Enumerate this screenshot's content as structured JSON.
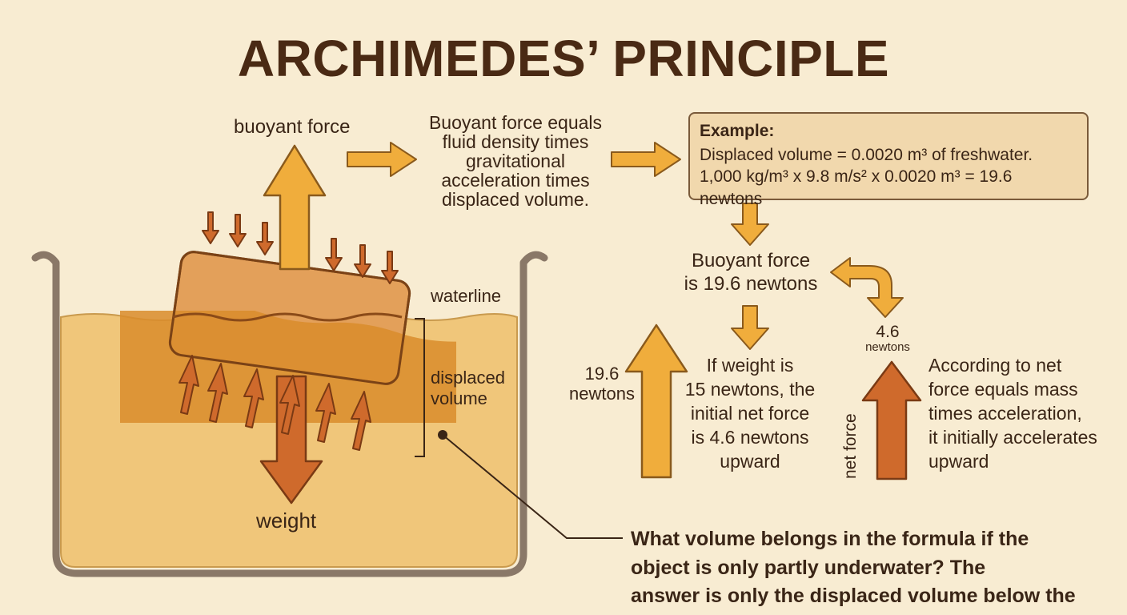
{
  "title": "ARCHIMEDES’ PRINCIPLE",
  "labels": {
    "buoyant_force": "buoyant force",
    "waterline": "waterline",
    "displaced_volume_1": "displaced",
    "displaced_volume_2": "volume",
    "weight": "weight"
  },
  "definition": {
    "line1": "Buoyant force equals",
    "line2": "fluid density times",
    "line3": "gravitational",
    "line4": "acceleration times",
    "line5": "displaced volume."
  },
  "example": {
    "heading": "Example:",
    "line1": "Displaced volume = 0.0020 m³ of freshwater.",
    "line2": "1,000 kg/m³ x 9.8 m/s² x 0.0020 m³ = 19.6 newtons"
  },
  "result": {
    "line1": "Buoyant force",
    "line2": "is 19.6 newtons"
  },
  "force_up": {
    "value": "19.6",
    "unit": "newtons"
  },
  "net_force_calc": {
    "line1": "If weight is",
    "line2": "15 newtons, the",
    "line3": "initial net force",
    "line4": "is 4.6 newtons",
    "line5": "upward"
  },
  "net_force": {
    "value": "4.6",
    "unit": "newtons",
    "label": "net force"
  },
  "conclusion": {
    "line1": "According to net",
    "line2": "force equals mass",
    "line3": "times acceleration,",
    "line4": "it initially accelerates",
    "line5": "upward"
  },
  "question": {
    "line1": "What volume belongs in the formula if the",
    "line2": "object is only partly underwater? The",
    "line3": "answer is only the displaced volume below the"
  },
  "colors": {
    "background": "#f8ecd2",
    "water": "#f0c67a",
    "block": "#d98c32",
    "arrow_light": "#f0ad3c",
    "arrow_dark": "#cf6a2c",
    "text": "#3a2516"
  }
}
